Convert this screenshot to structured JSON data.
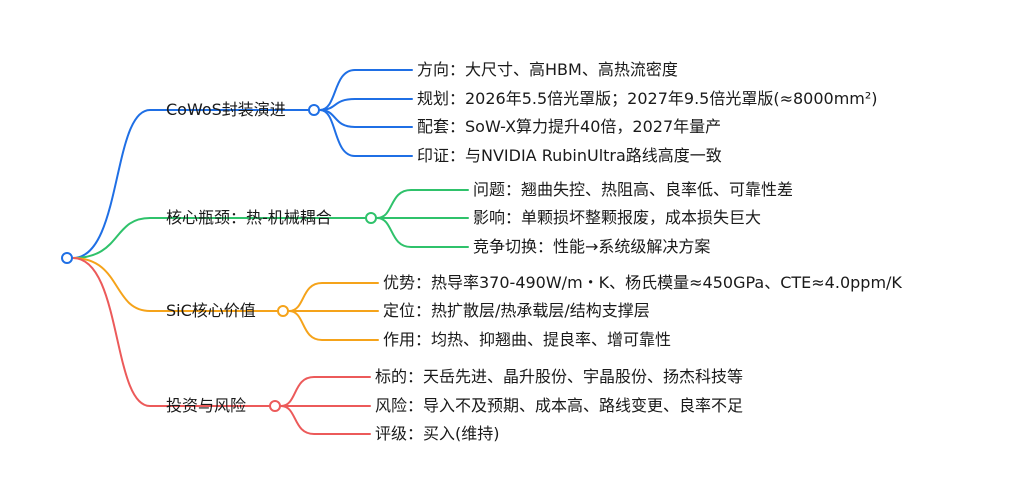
{
  "mindmap": {
    "branches": [
      {
        "title": "CoWoS封装演进",
        "color": "#1f6fe5",
        "items": [
          "方向：大尺寸、高HBM、高热流密度",
          "规划：2026年5.5倍光罩版；2027年9.5倍光罩版(≈8000mm²)",
          "配套：SoW-X算力提升40倍，2027年量产",
          "印证：与NVIDIA RubinUltra路线高度一致"
        ]
      },
      {
        "title": "核心瓶颈：热-机械耦合",
        "color": "#2fc26b",
        "items": [
          "问题：翘曲失控、热阻高、良率低、可靠性差",
          "影响：单颗损坏整颗报废，成本损失巨大",
          "竞争切换：性能→系统级解决方案"
        ]
      },
      {
        "title": "SiC核心价值",
        "color": "#f5a31a",
        "items": [
          "优势：热导率370-490W/m・K、杨氏模量≈450GPa、CTE≈4.0ppm/K",
          "定位：热扩散层/热承载层/结构支撑层",
          "作用：均热、抑翘曲、提良率、增可靠性"
        ]
      },
      {
        "title": "投资与风险",
        "color": "#ec5a5a",
        "items": [
          "标的：天岳先进、晶升股份、宇晶股份、扬杰科技等",
          "风险：导入不及预期、成本高、路线变更、良率不足",
          "评级：买入(维持)"
        ]
      }
    ]
  }
}
